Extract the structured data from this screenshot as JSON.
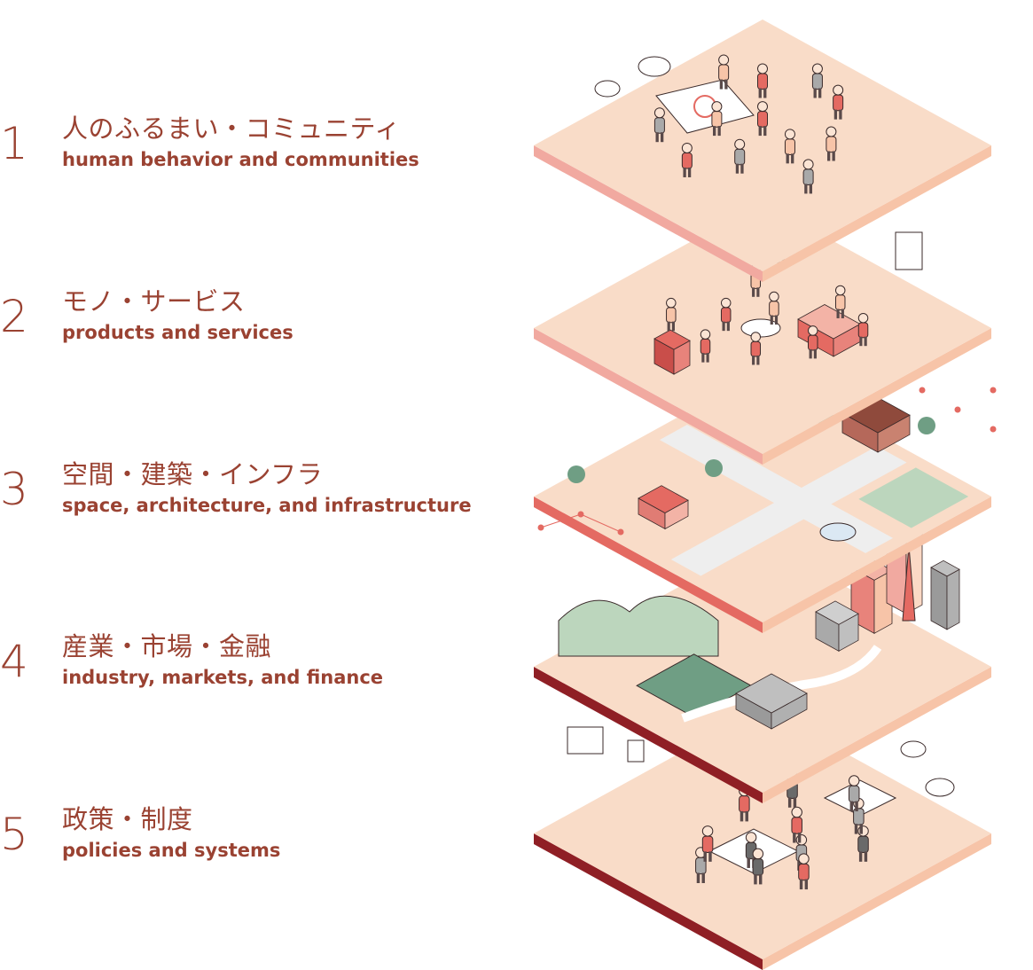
{
  "layers": [
    {
      "number": "1",
      "title_ja": "人のふるまい・コミュニティ",
      "title_en": "human behavior and communities"
    },
    {
      "number": "2",
      "title_ja": "モノ・サービス",
      "title_en": "products and services"
    },
    {
      "number": "3",
      "title_ja": "空間・建築・インフラ",
      "title_en": "space, architecture, and infrastructure"
    },
    {
      "number": "4",
      "title_ja": "産業・市場・金融",
      "title_en": "industry, markets, and finance"
    },
    {
      "number": "5",
      "title_ja": "政策・制度",
      "title_en": "policies and systems"
    }
  ],
  "colors": {
    "text": "#9a4232",
    "platform_top": "#f9dcc8",
    "platform_left": "#f1a9a0",
    "platform_right": "#f7c4a8",
    "platform_edge_dark": "#8f1f25",
    "accent_red": "#e46a62",
    "outline": "#3a2a2a",
    "green": "#bcd6bd",
    "dark_green": "#6f9e84",
    "grey": "#a9a9a9"
  }
}
